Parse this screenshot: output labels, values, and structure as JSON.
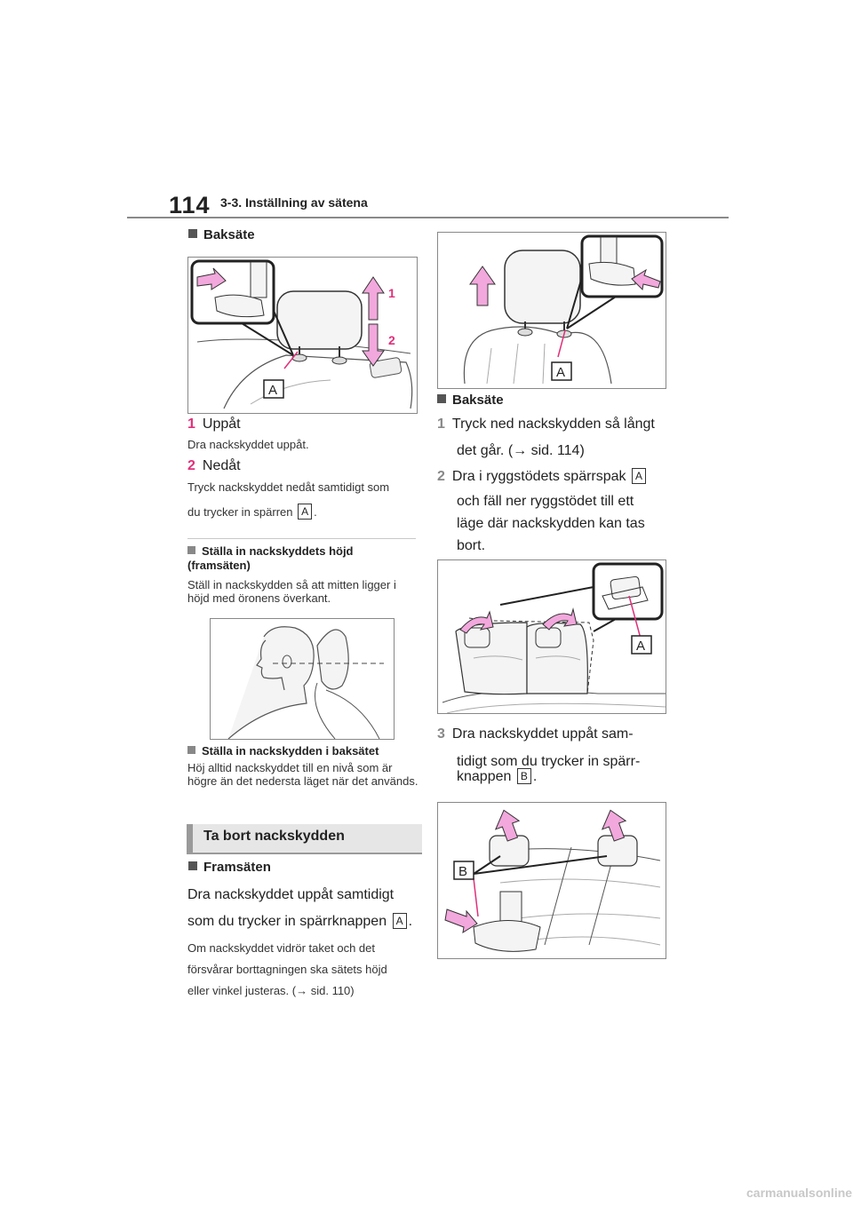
{
  "page": {
    "number": "114",
    "section": "3-3. Inställning av sätena",
    "footer": "carmanualsonline.info"
  },
  "left": {
    "rear_heading": "Baksäte",
    "fig1": {
      "label_a": "A",
      "label_1": "1",
      "label_2": "2"
    },
    "step1": {
      "num": "1",
      "title": "Uppåt",
      "desc": "Dra nackskyddet uppåt."
    },
    "step2": {
      "num": "2",
      "title": "Nedåt",
      "desc_line1": "Tryck nackskyddet nedåt samtidigt som",
      "desc_line2": "du trycker in spärren",
      "tag": "A",
      "end": "."
    },
    "note1": {
      "title": "Ställa in nackskyddets höjd (framsäten)",
      "text": "Ställ in nackskydden så att mitten ligger i höjd med öronens överkant."
    },
    "note2": {
      "title": "Ställa in nackskydden i baksätet",
      "text": "Höj alltid nackskyddet till en nivå som är högre än det nedersta läget när det används."
    },
    "banner": "Ta bort nackskydden",
    "front_heading": "Framsäten",
    "front_line1": "Dra nackskyddet uppåt samtidigt",
    "front_line2": "som du trycker in spärrknappen",
    "front_tag": "A",
    "front_end": ".",
    "front_note_line1": "Om nackskyddet vidrör taket och det",
    "front_note_line2": "försvårar borttagningen ska sätets höjd",
    "front_note_line3": "eller vinkel justeras. (",
    "front_note_arrow": "→",
    "front_note_ref": " sid. 110)"
  },
  "right": {
    "fig_a_label": "A",
    "rear_heading": "Baksäte",
    "step1": {
      "num": "1",
      "line1": "Tryck ned nackskydden så långt",
      "line2": "det går. (",
      "arrow": "→",
      "ref": " sid. 114)"
    },
    "step2": {
      "num": "2",
      "line1": "Dra i ryggstödets spärrspak",
      "tag": "A",
      "line2": "och fäll ner ryggstödet till ett",
      "line3": "läge där nackskydden kan tas",
      "line4": "bort."
    },
    "fig_c_label": "A",
    "step3": {
      "num": "3",
      "line1": "Dra nackskyddet uppåt sam-",
      "line2": "tidigt som du trycker in spärr-",
      "line3": "knappen",
      "tag": "B",
      "end": "."
    },
    "fig_d_label": "B"
  },
  "colors": {
    "accent": "#e0307a",
    "arrow_fill": "#f2a8dc",
    "rule": "#8a8a8a"
  }
}
